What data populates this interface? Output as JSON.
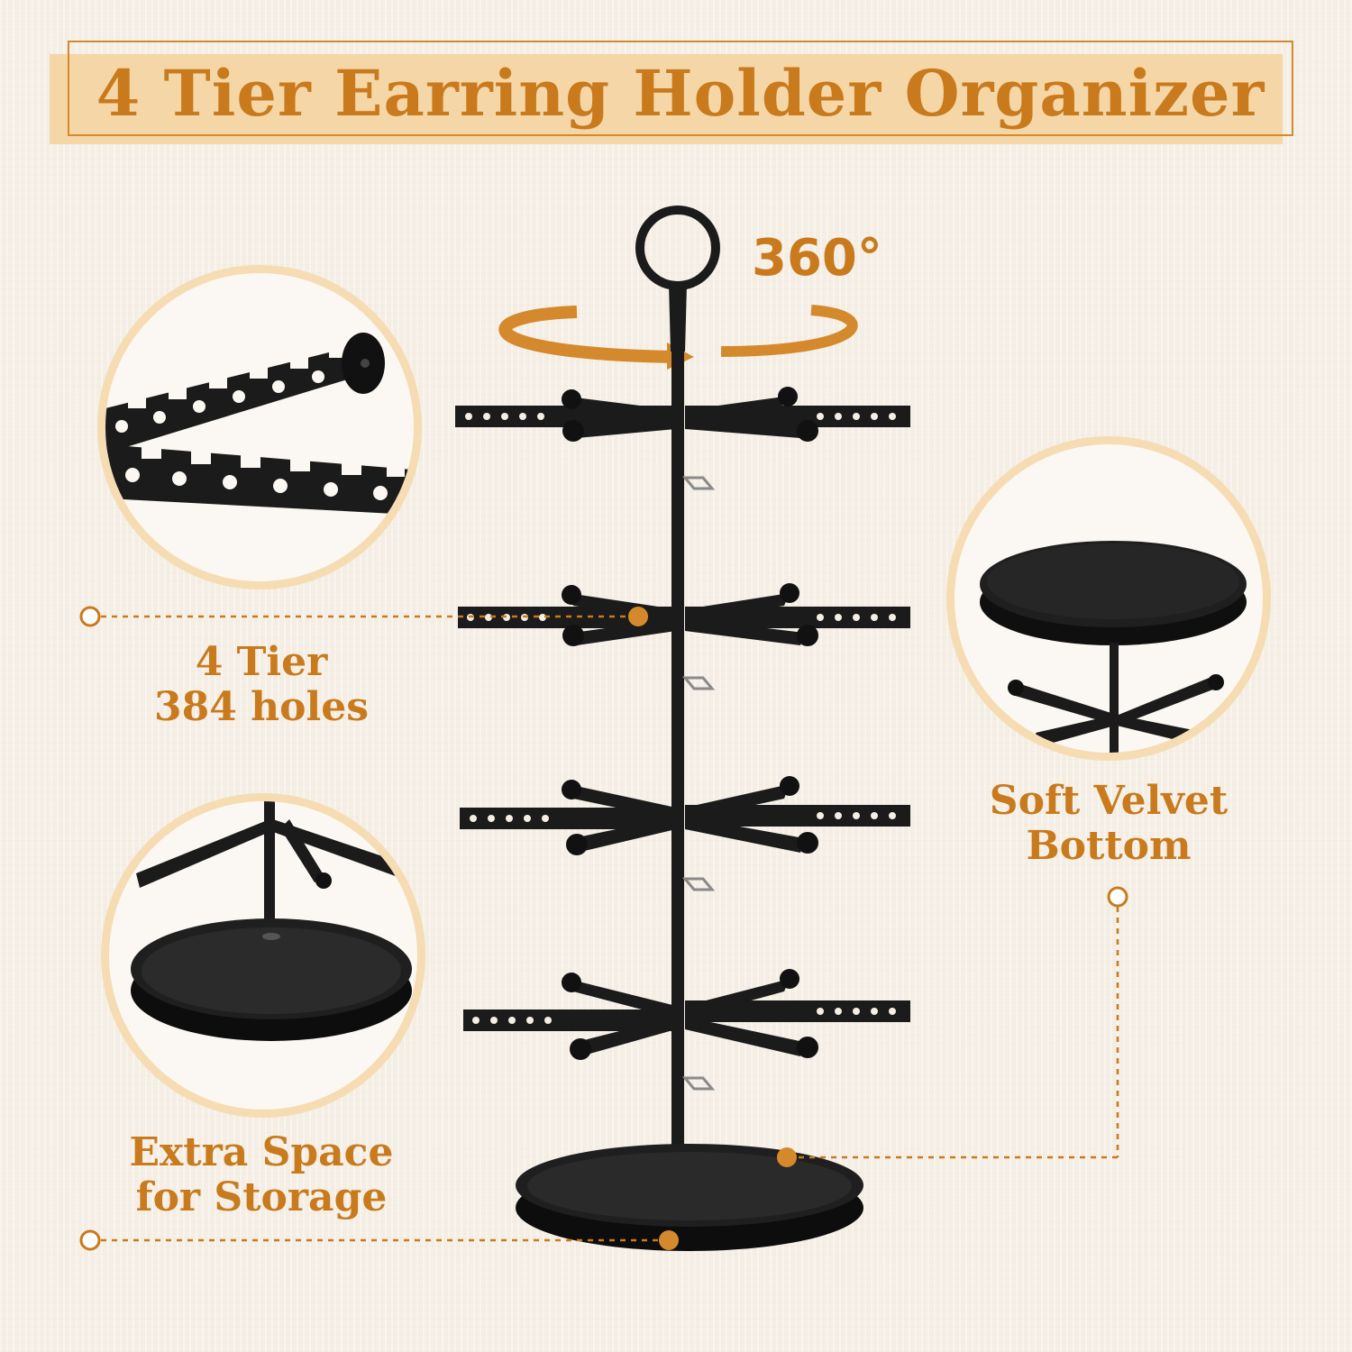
{
  "title": "4 Tier Earring Holder Organizer",
  "rotation_label": "360°",
  "callouts": {
    "tiers_line1": "4 Tier",
    "tiers_line2": "384 holes",
    "velvet_line1": "Soft Velvet",
    "velvet_line2": "Bottom",
    "storage_line1": "Extra Space",
    "storage_line2": "for Storage"
  },
  "colors": {
    "accent": "#c97a1c",
    "accent_light": "#f5d6a6",
    "product": "#1b1b1b",
    "background": "#f4eee5"
  }
}
